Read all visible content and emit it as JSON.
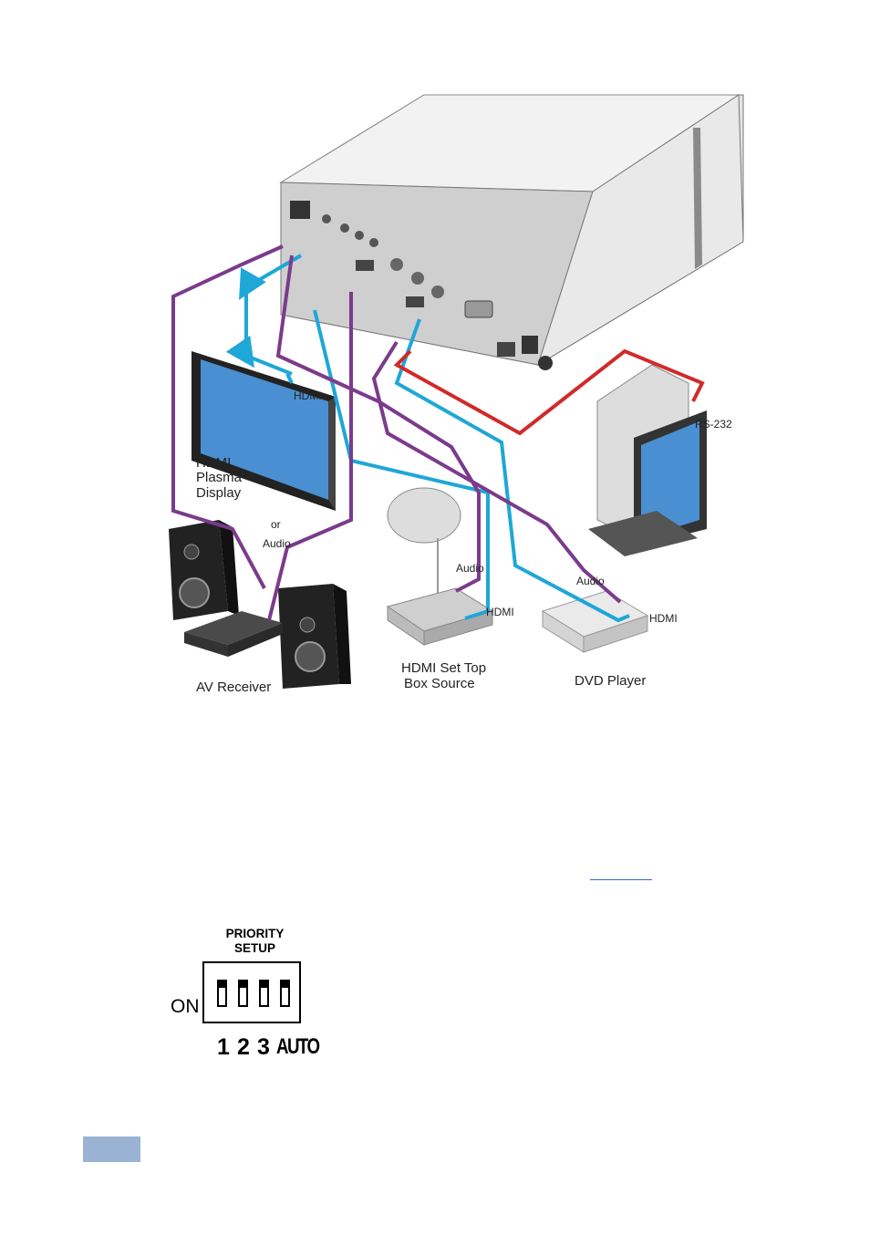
{
  "diagram": {
    "labels": {
      "hdmi_display_cable": "HDMI",
      "display": [
        "HDMI",
        "Plasma",
        "Display"
      ],
      "or": "or",
      "audio_receiver": "Audio",
      "av_receiver": "AV Receiver",
      "audio_stb": "Audio",
      "hdmi_stb": "HDMI",
      "set_top_box": [
        "HDMI Set Top",
        "Box Source"
      ],
      "audio_dvd": "Audio",
      "hdmi_dvd": "HDMI",
      "dvd_player": "DVD Player",
      "rs232": "RS-232"
    },
    "colors": {
      "hdmi_cable": "#1ea7d7",
      "audio_cable": "#7b3b8c",
      "rs232_cable": "#d12a2a",
      "device_body": "#d8d8d8"
    }
  },
  "priority_switch": {
    "title_line1": "PRIORITY",
    "title_line2": "SETUP",
    "on_label": "ON",
    "numbers": [
      "1",
      "2",
      "3"
    ],
    "auto_label": "AUTO"
  },
  "page": {
    "tab_color": "#9ab3d5"
  }
}
